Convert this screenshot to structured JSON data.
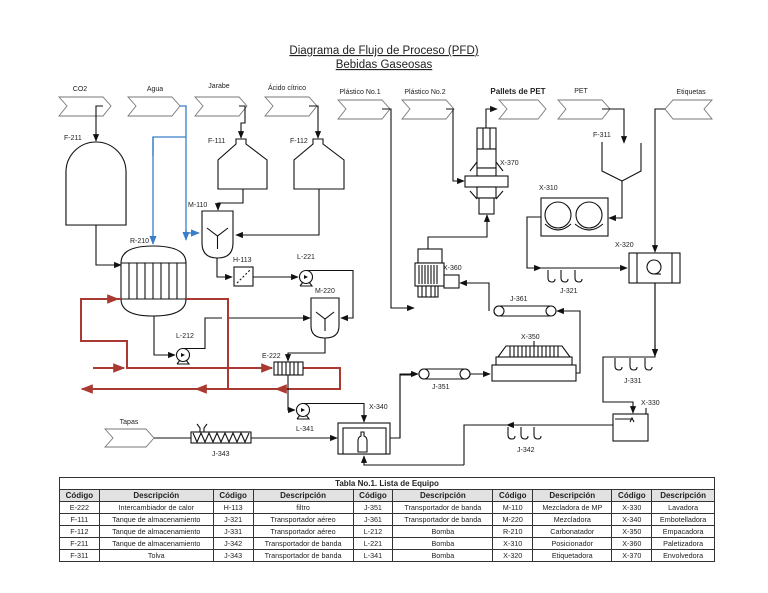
{
  "title": {
    "line1": "Diagrama de Flujo de Proceso (PFD)",
    "line2": "Bebidas Gaseosas"
  },
  "streams": {
    "co2": "CO2",
    "agua": "Agua",
    "jarabe": "Jarabe",
    "acido": "Ácido cítrico",
    "plastico1": "Plástico No.1",
    "plastico2": "Plástico No.2",
    "pallets": "Pallets de PET",
    "pet": "PET",
    "etiquetas": "Etiquetas",
    "tapas": "Tapas"
  },
  "equipment_tags": {
    "F211": "F-211",
    "F111": "F-111",
    "F112": "F-112",
    "M110": "M-110",
    "R210": "R-210",
    "H113": "H-113",
    "L221": "L-221",
    "M220": "M-220",
    "L212": "L-212",
    "E222": "E-222",
    "X340": "X-340",
    "L341": "L-341",
    "J343": "J-343",
    "X370": "X-370",
    "X310": "X-310",
    "F311": "F-311",
    "X320": "X-320",
    "X360": "X-360",
    "J321": "J-321",
    "J361": "J-361",
    "X350": "X-350",
    "J351": "J-351",
    "J331": "J-331",
    "X330": "X-330",
    "J342": "J-342"
  },
  "colors": {
    "hot_water": "#a83a32",
    "water": "#3a7ec8",
    "line": "#111111",
    "table_header_bg": "#e2e2e2"
  },
  "table": {
    "caption": "Tabla No.1. Lista de Equipo",
    "headers": [
      "Código",
      "Descripción",
      "Código",
      "Descripción",
      "Código",
      "Descripción",
      "Código",
      "Descripción",
      "Código",
      "Descripción"
    ],
    "rows": [
      [
        "E-222",
        "Intercambiador de calor",
        "H-113",
        "filtro",
        "J-351",
        "Transportador de banda",
        "M-110",
        "Mezcladora de MP",
        "X-330",
        "Lavadora"
      ],
      [
        "F-111",
        "Tanque de almacenamiento",
        "J-321",
        "Transportador aéreo",
        "J-361",
        "Transportador de banda",
        "M-220",
        "Mezcladora",
        "X-340",
        "Embotelladora"
      ],
      [
        "F-112",
        "Tanque de almacenamiento",
        "J-331",
        "Transportador aéreo",
        "L-212",
        "Bomba",
        "R-210",
        "Carbonatador",
        "X-350",
        "Empacadora"
      ],
      [
        "F-211",
        "Tanque de almacenamiento",
        "J-342",
        "Transportador de banda",
        "L-221",
        "Bomba",
        "X-310",
        "Posicionador",
        "X-360",
        "Paletizadora"
      ],
      [
        "F-311",
        "Tolva",
        "J-343",
        "Transportador de banda",
        "L-341",
        "Bomba",
        "X-320",
        "Etiquetadora",
        "X-370",
        "Envolvedora"
      ]
    ]
  }
}
